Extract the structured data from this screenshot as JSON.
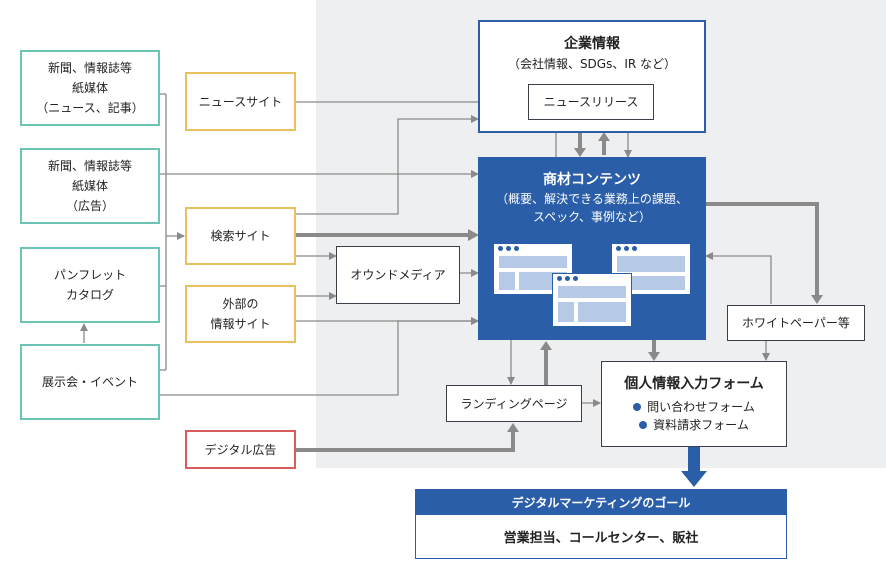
{
  "colors": {
    "primary_blue": "#2a5ea9",
    "teal": "#6cc4b5",
    "yellow": "#e8c15c",
    "red": "#d95b5b",
    "line_gray": "#8a8a8a",
    "bg_gray": "#eeeff1"
  },
  "sources": {
    "newspaper_article": [
      "新聞、情報誌等",
      "紙媒体",
      "（ニュース、記事）"
    ],
    "newspaper_ad": [
      "新聞、情報誌等",
      "紙媒体",
      "（広告）"
    ],
    "pamphlet": [
      "パンフレット",
      "カタログ"
    ],
    "exhibition": "展示会・イベント"
  },
  "channels": {
    "news_site": "ニュースサイト",
    "search_site": "検索サイト",
    "external_site": [
      "外部の",
      "情報サイト"
    ],
    "digital_ad": "デジタル広告"
  },
  "company": {
    "title": "企業情報",
    "subtitle": "（会社情報、SDGs、IR など）",
    "press_release": "ニュースリリース"
  },
  "content": {
    "title": "商材コンテンツ",
    "line1": "（概要、解決できる業務上の課題、",
    "line2": "スペック、事例など）"
  },
  "owned_media": "オウンドメディア",
  "white_paper": "ホワイトペーパー等",
  "landing_page": "ランディングページ",
  "form": {
    "title": "個人情報入力フォーム",
    "items": [
      "問い合わせフォーム",
      "資料請求フォーム"
    ]
  },
  "goal": {
    "title": "デジタルマーケティングのゴール",
    "body": "営業担当、コールセンター、販社"
  }
}
